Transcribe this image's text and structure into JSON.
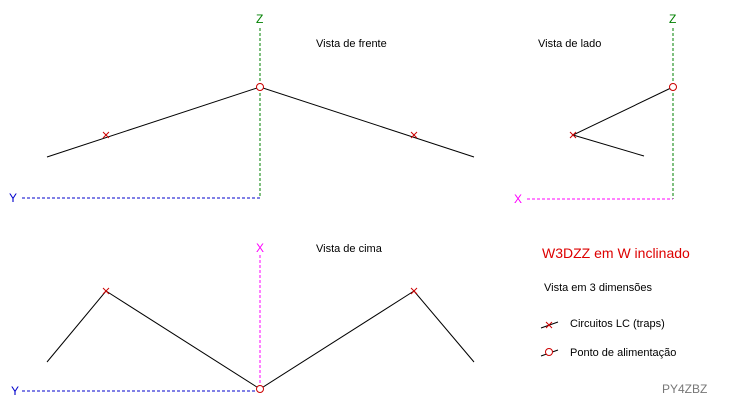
{
  "colors": {
    "wire": "#000000",
    "z_axis": "#008000",
    "y_axis": "#0000cc",
    "x_axis": "#ff00ff",
    "marker": "#cc0000",
    "title": "#dd0000",
    "credit": "#777777"
  },
  "views": {
    "front": {
      "label": "Vista de frente",
      "axis_vertical": "Z",
      "axis_horizontal": "Y"
    },
    "side": {
      "label": "Vista de lado",
      "axis_vertical": "Z",
      "axis_horizontal": "X"
    },
    "top": {
      "label": "Vista de cima",
      "axis_vertical": "X",
      "axis_horizontal": "Y"
    }
  },
  "legend": {
    "title": "W3DZZ em W inclinado",
    "subtitle": "Vista em 3 dimensões",
    "trap_label": "Circuitos LC (traps)",
    "feed_label": "Ponto de alimentação",
    "trap_icon": "cross-marker-icon",
    "feed_icon": "circle-marker-icon"
  },
  "credit": "PY4ZBZ"
}
